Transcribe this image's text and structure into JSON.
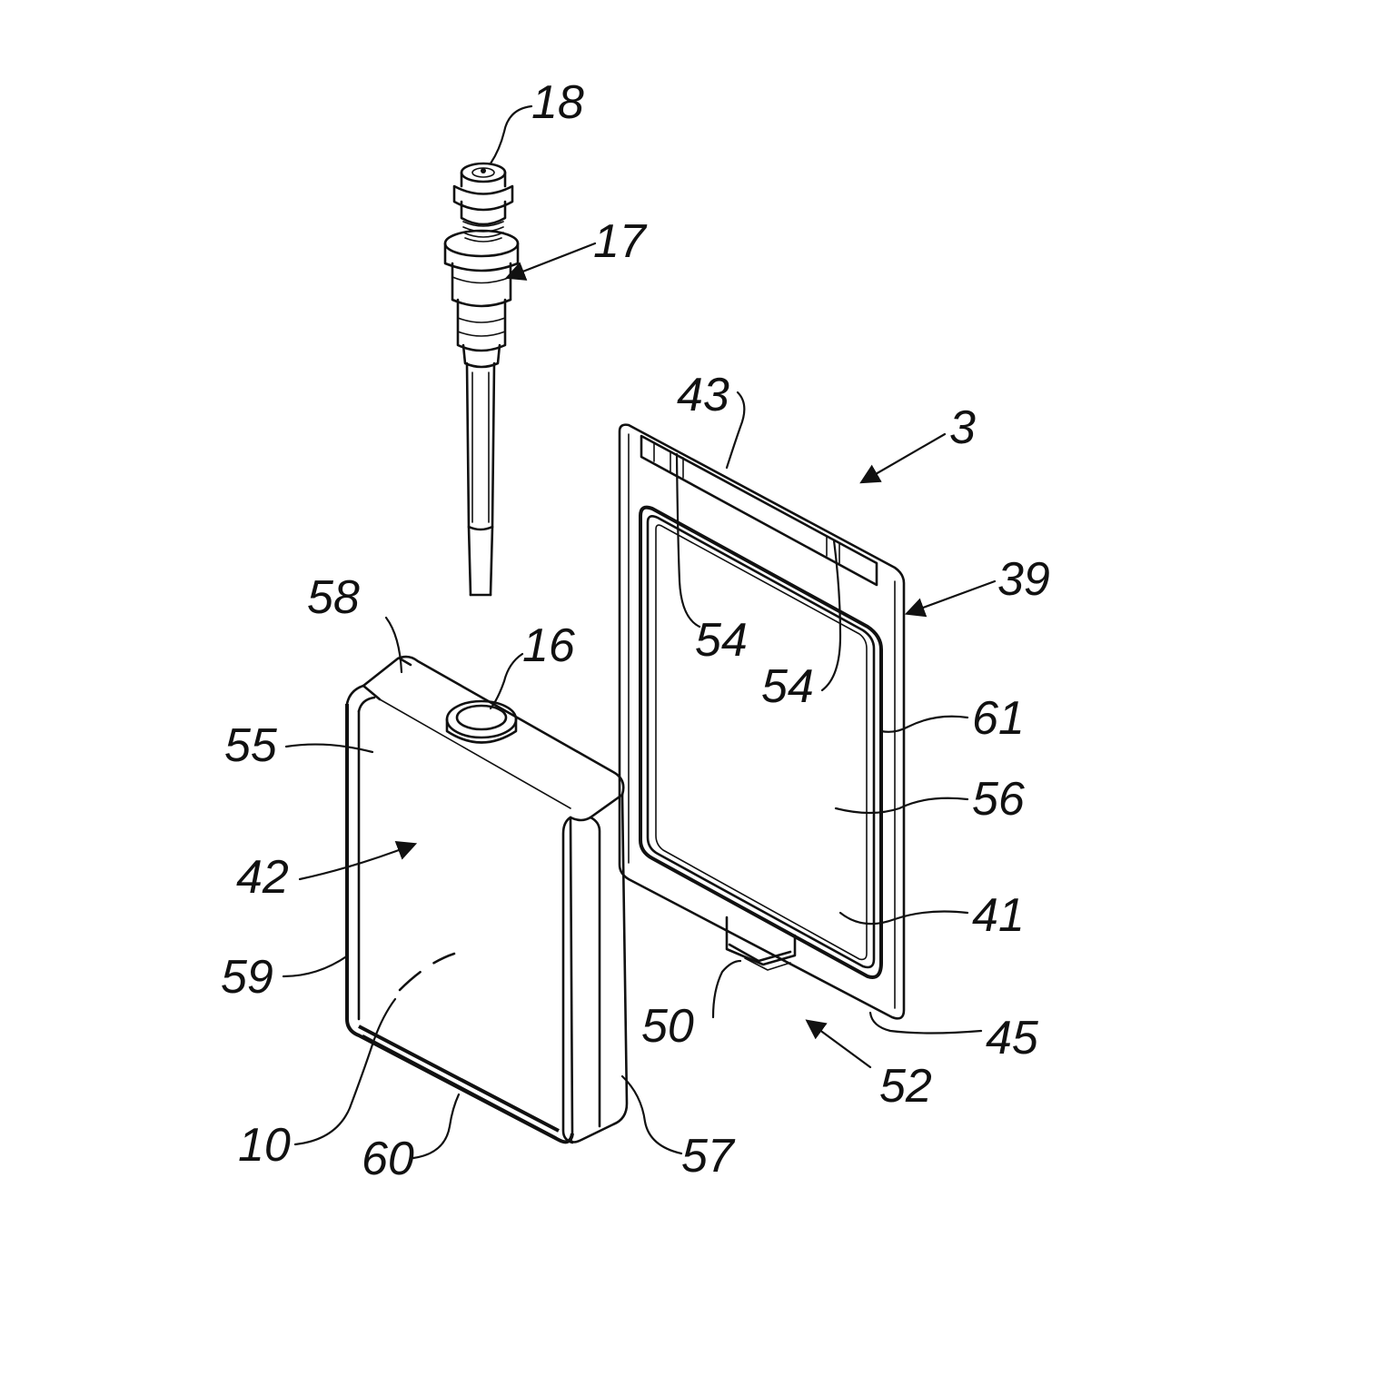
{
  "figure": {
    "labels": {
      "l18": "18",
      "l17": "17",
      "l43": "43",
      "l3": "3",
      "l39": "39",
      "l58": "58",
      "l16": "16",
      "l54a": "54",
      "l54b": "54",
      "l55": "55",
      "l61": "61",
      "l56": "56",
      "l42": "42",
      "l41": "41",
      "l59": "59",
      "l50": "50",
      "l45": "45",
      "l52": "52",
      "l10": "10",
      "l60": "60",
      "l57": "57"
    }
  }
}
